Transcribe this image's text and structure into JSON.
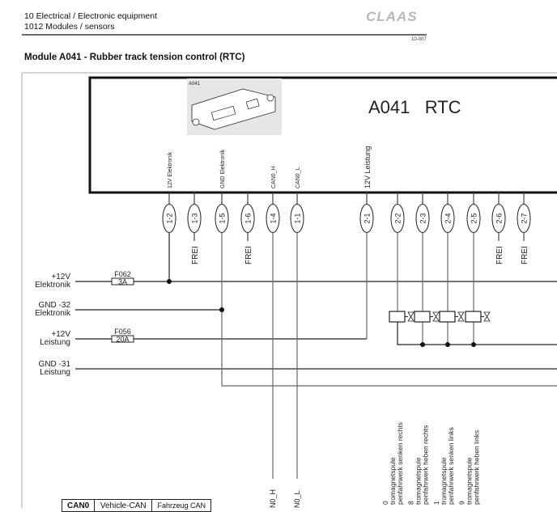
{
  "header": {
    "line1": "10 Electrical / Electronic equipment",
    "line2": "1012 Modules / sensors",
    "logo": "CLAAS",
    "page_code": "10-007"
  },
  "title": "Module A041 - Rubber track tension control (RTC)",
  "module": {
    "photo_label": "A041",
    "name": "A041   RTC",
    "signals": {
      "p12": "12V Elektronik",
      "p15": "GND Elektronik",
      "p14": "CAN0_H",
      "p11": "CAN0_L",
      "p21": "12V Leistung"
    },
    "pins": [
      "1-2",
      "1-3",
      "1-5",
      "1-6",
      "1-4",
      "1-1",
      "2-1",
      "2-2",
      "2-3",
      "2-4",
      "2-5",
      "2-6",
      "2-7"
    ],
    "free_label": "FREI"
  },
  "rails": [
    {
      "l1": "+12V",
      "l2": "Elektronik",
      "fuse": "F062",
      "rating": "3A"
    },
    {
      "l1": "GND -32",
      "l2": "Elektronik"
    },
    {
      "l1": "+12V",
      "l2": "Leistung",
      "fuse": "F056",
      "rating": "20A"
    },
    {
      "l1": "GND -31",
      "l2": "Leistung"
    }
  ],
  "can_labels": {
    "h": "N0_H",
    "l": "N0_L"
  },
  "coils": [
    {
      "n": "0",
      "a": "tromagnetspule",
      "b": "penfahrwerk senken rechts"
    },
    {
      "n": "8",
      "a": "tromagnetspule",
      "b": "penfahrwerk heben rechts"
    },
    {
      "n": "1",
      "a": "tromagnetspule",
      "b": "penfahrwerk senken links"
    },
    {
      "n": "9",
      "a": "tromagnetspule",
      "b": "penfahrwerk heben links"
    }
  ],
  "legend_table": {
    "code": "CAN0",
    "en": "Vehicle-CAN",
    "de": "Fahrzeug CAN"
  }
}
